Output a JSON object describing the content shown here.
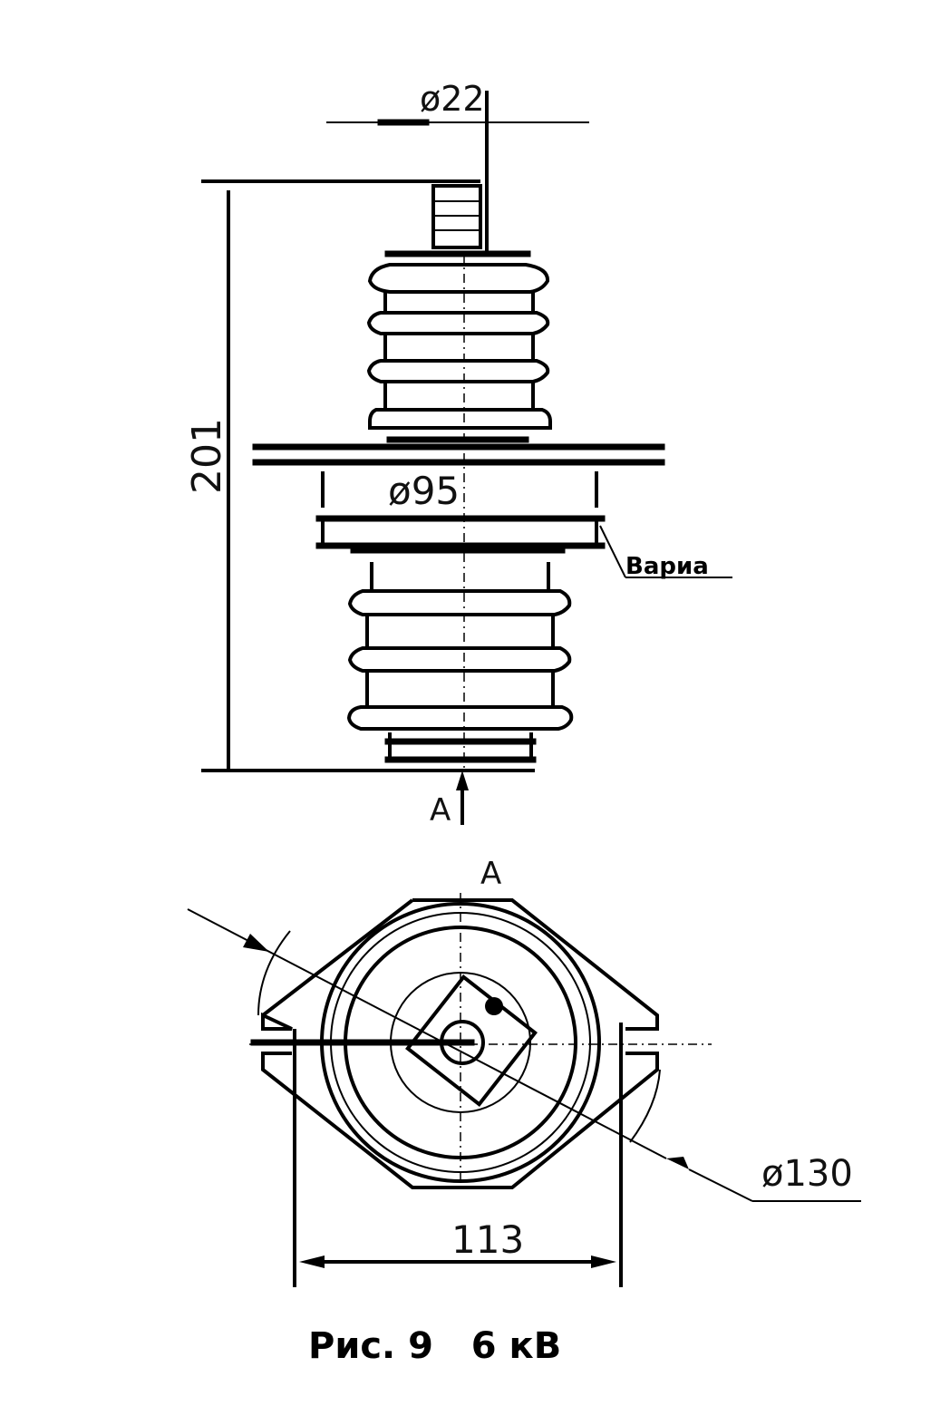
{
  "drawing": {
    "dimensions": {
      "top_diameter": "ø22",
      "height": "201",
      "flange_diameter": "ø95",
      "base_diameter": "ø130",
      "base_width": "113"
    },
    "labels": {
      "view_arrow": "A",
      "view_title": "A",
      "callout": "Вариа"
    },
    "caption": "Рис. 9   6 кВ"
  }
}
